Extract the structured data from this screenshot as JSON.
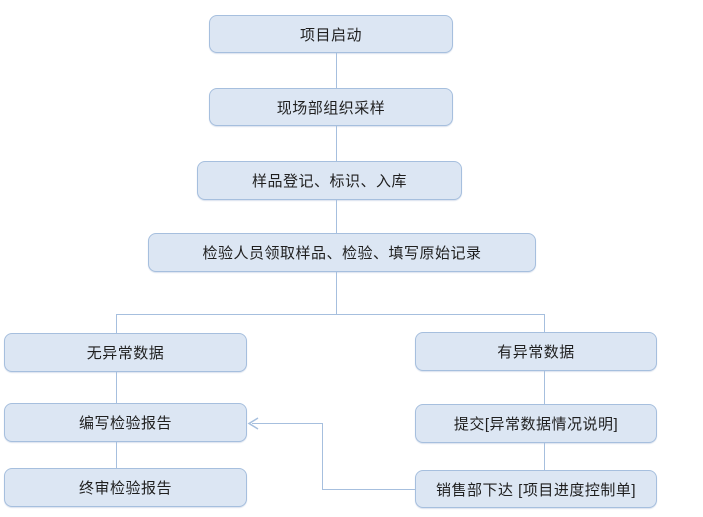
{
  "flowchart": {
    "nodes": [
      {
        "id": "project-start",
        "label": "项目启动"
      },
      {
        "id": "field-sampling",
        "label": "现场部组织采样"
      },
      {
        "id": "sample-register",
        "label": "样品登记、标识、入库"
      },
      {
        "id": "inspection-record",
        "label": "检验人员领取样品、检验、填写原始记录"
      },
      {
        "id": "no-abnormal-data",
        "label": "无异常数据"
      },
      {
        "id": "write-report",
        "label": "编写检验报告"
      },
      {
        "id": "final-review",
        "label": "终审检验报告"
      },
      {
        "id": "abnormal-data",
        "label": "有异常数据"
      },
      {
        "id": "submit-statement",
        "label": "提交[异常数据情况说明]"
      },
      {
        "id": "sales-control-sheet",
        "label": "销售部下达 [项目进度控制单]"
      }
    ],
    "edges": [
      {
        "from": "project-start",
        "to": "field-sampling"
      },
      {
        "from": "field-sampling",
        "to": "sample-register"
      },
      {
        "from": "sample-register",
        "to": "inspection-record"
      },
      {
        "from": "inspection-record",
        "to": "no-abnormal-data"
      },
      {
        "from": "inspection-record",
        "to": "abnormal-data"
      },
      {
        "from": "no-abnormal-data",
        "to": "write-report"
      },
      {
        "from": "write-report",
        "to": "final-review"
      },
      {
        "from": "abnormal-data",
        "to": "submit-statement"
      },
      {
        "from": "submit-statement",
        "to": "sales-control-sheet"
      },
      {
        "from": "sales-control-sheet",
        "to": "write-report",
        "type": "arrow"
      }
    ],
    "colors": {
      "node_fill": "#dce6f3",
      "node_border": "#a6bfde",
      "connector": "#a6bfde",
      "text": "#1f1f1f",
      "background": "#ffffff"
    }
  }
}
